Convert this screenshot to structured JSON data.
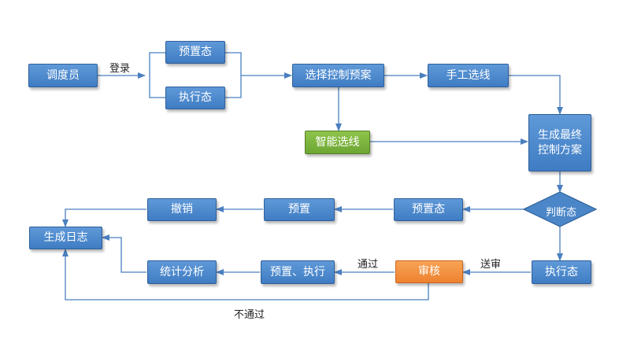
{
  "nodes": {
    "dispatcher": "调度员",
    "preset_state_1": "预置态",
    "execute_state_1": "执行态",
    "select_plan": "选择控制预案",
    "manual_select": "手工选线",
    "smart_select": "智能选线",
    "final_plan": "生成最终控制方案",
    "judge_state": "判断态",
    "preset_state_2": "预置态",
    "preset": "预置",
    "revoke": "撤销",
    "log": "生成日志",
    "execute_state_2": "执行态",
    "review": "审核",
    "preset_execute": "预置、执行",
    "stats": "统计分析"
  },
  "edges": {
    "login": "登录",
    "send_review": "送审",
    "pass": "通过",
    "fail": "不通过"
  },
  "colors": {
    "blue": "#4a86c8",
    "green": "#7ab540",
    "orange": "#f38b36",
    "line": "#4a7fbf"
  }
}
